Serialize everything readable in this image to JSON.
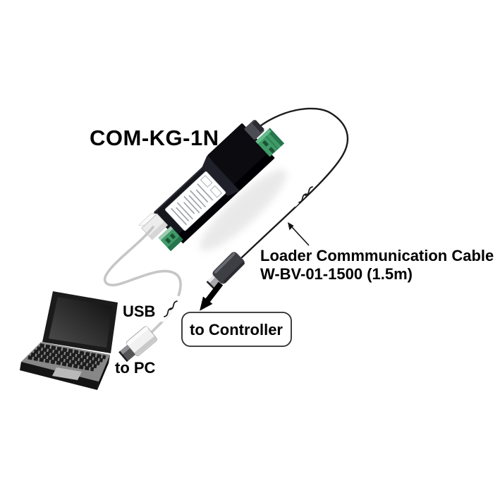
{
  "title": "COM-KG-1N",
  "labels": {
    "cable_line1": "Loader Commmunication Cable",
    "cable_line2": "W-BV-01-1500 (1.5m)",
    "usb": "USB",
    "to_pc": "to PC",
    "to_controller": "to Controller"
  },
  "icons": {
    "cable_break": "double-wave cable-break marks",
    "to_controller_arrow": "thick arrow pointing down-left",
    "cable_pointer_arrow": "thin arrow pointing at cable"
  },
  "colors": {
    "background": "#ffffff",
    "text": "#000000",
    "device_body": "#16161d",
    "terminal_green": "#3f9b68",
    "loader_cable": "#1b1b1b",
    "usb_cable": "#c6c6c6",
    "laptop_deck": "#878787",
    "box_border": "#2b2b2b"
  }
}
